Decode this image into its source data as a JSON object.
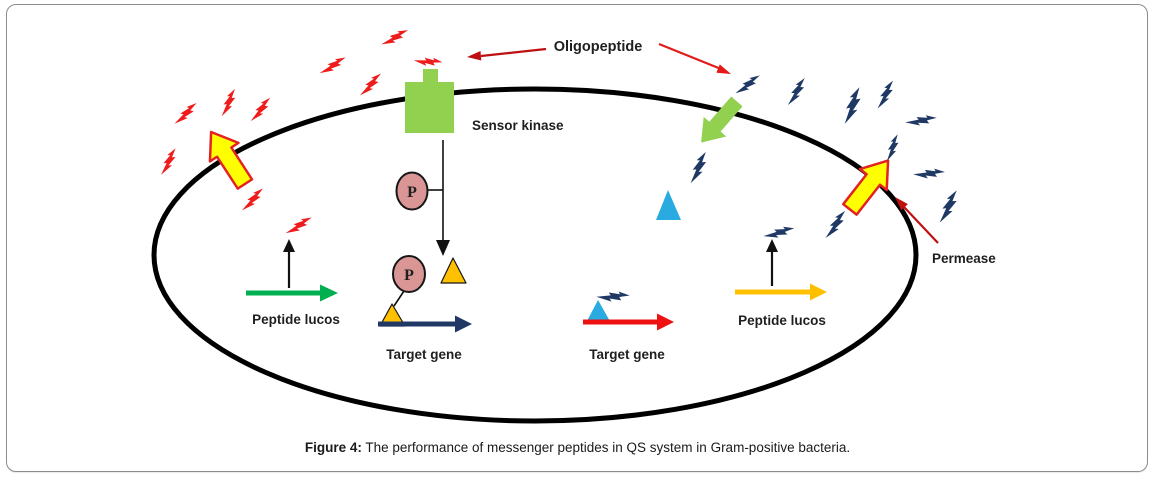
{
  "caption": {
    "label": "Figure 4:",
    "text": "The performance of messenger peptides in QS system in Gram-positive bacteria."
  },
  "labels": {
    "oligopeptide": "Oligopeptide",
    "sensor_kinase": "Sensor kinase",
    "permease": "Permease",
    "peptide_lucos_left": "Peptide lucos",
    "peptide_lucos_right": "Peptide lucos",
    "target_gene_left": "Target gene",
    "target_gene_right": "Target gene",
    "phosphate": "P"
  },
  "molecules": {
    "red_oligopeptide_count": 10,
    "blue_oligopeptide_count": 12
  },
  "colors": {
    "membrane": "#000000",
    "frame_border": "#8C8C8C",
    "red_peptide": "#EE1C1C",
    "blue_peptide": "#1F3864",
    "kinase_green": "#92D050",
    "permease_yellow": "#FFFF00",
    "permease_outline": "#E32222",
    "phosphate_pink": "#D99694",
    "triangle_orange": "#FFC000",
    "triangle_cyan": "#29ABE2",
    "arrow_green": "#00B050",
    "arrow_navy": "#1F3864",
    "arrow_red": "#EE1111",
    "arrow_orange": "#FFC000",
    "arrow_black": "#111111",
    "pointer_dark_red": "#BE1010",
    "pointer_bright_red": "#E21A1A",
    "label_text": "#1F1F1F",
    "caption_text": "#1A1A1A"
  }
}
